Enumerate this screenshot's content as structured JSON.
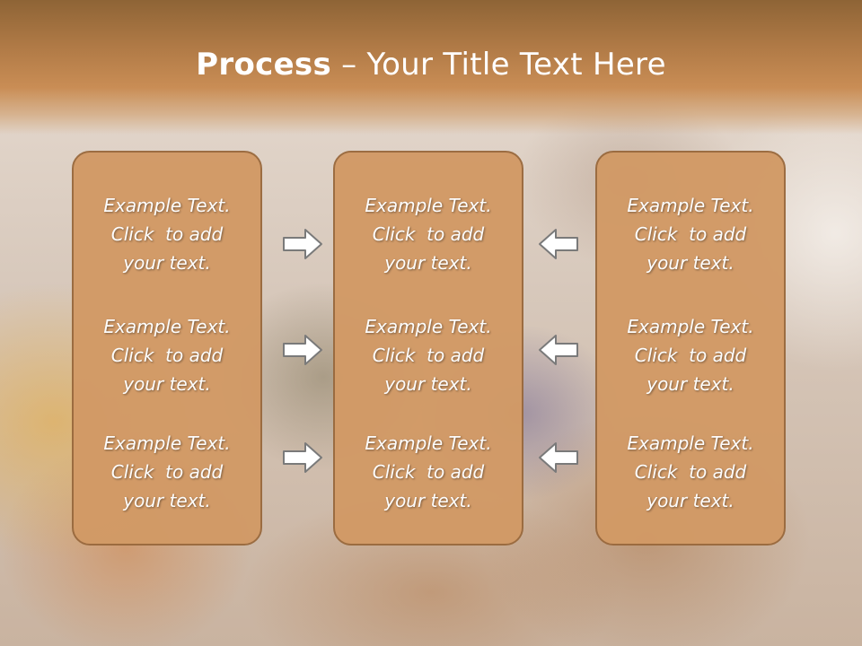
{
  "slide": {
    "title_bold": "Process",
    "title_rest": " – Your Title Text Here"
  },
  "columns": [
    {
      "items": [
        {
          "l1": "Example Text.",
          "l2": "Click  to add",
          "l3": "your text."
        },
        {
          "l1": "Example Text.",
          "l2": "Click  to add",
          "l3": "your text."
        },
        {
          "l1": "Example Text.",
          "l2": "Click  to add",
          "l3": "your text."
        }
      ]
    },
    {
      "items": [
        {
          "l1": "Example Text.",
          "l2": "Click  to add",
          "l3": "your text."
        },
        {
          "l1": "Example Text.",
          "l2": "Click  to add",
          "l3": "your text."
        },
        {
          "l1": "Example Text.",
          "l2": "Click  to add",
          "l3": "your text."
        }
      ]
    },
    {
      "items": [
        {
          "l1": "Example Text.",
          "l2": "Click  to add",
          "l3": "your text."
        },
        {
          "l1": "Example Text.",
          "l2": "Click  to add",
          "l3": "your text."
        },
        {
          "l1": "Example Text.",
          "l2": "Click  to add",
          "l3": "your text."
        }
      ]
    }
  ],
  "icons": {
    "right_arrow": "arrow-right-icon",
    "left_arrow": "arrow-left-icon"
  },
  "colors": {
    "header": "#b07a46",
    "box_fill": "#d29a66",
    "box_border": "#9a6a3e",
    "arrow_fill": "#ffffff",
    "arrow_stroke": "#7a7a7a"
  }
}
